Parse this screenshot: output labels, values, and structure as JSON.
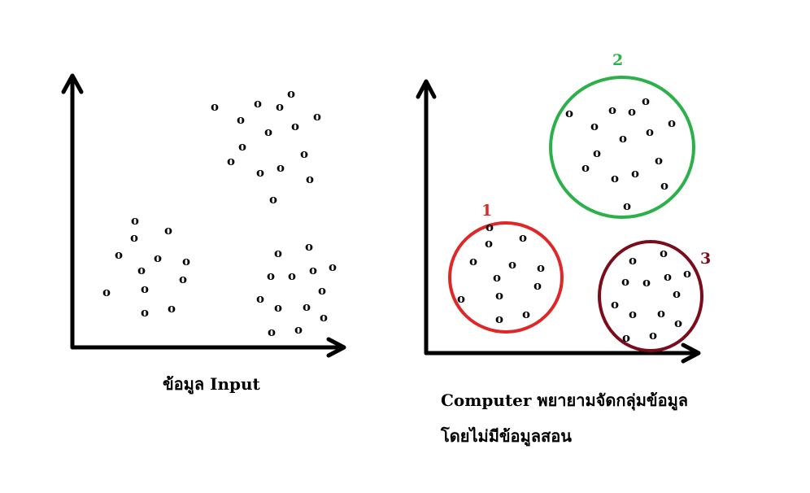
{
  "point_glyph": "o",
  "colors": {
    "axis": "#000000",
    "cluster_1": "#e02727",
    "cluster_2": "#2bb04a",
    "cluster_3": "#7a0c1c"
  },
  "left_panel": {
    "caption": "ข้อมูล Input"
  },
  "right_panel": {
    "caption_line1": "Computer พยายามจัดกลุ่มข้อมูล",
    "caption_line2": "โดยไม่มีข้อมูลสอน",
    "clusters": [
      {
        "label": "1",
        "color": "#e02727"
      },
      {
        "label": "2",
        "color": "#2bb04a"
      },
      {
        "label": "3",
        "color": "#7a0c1c"
      }
    ]
  }
}
